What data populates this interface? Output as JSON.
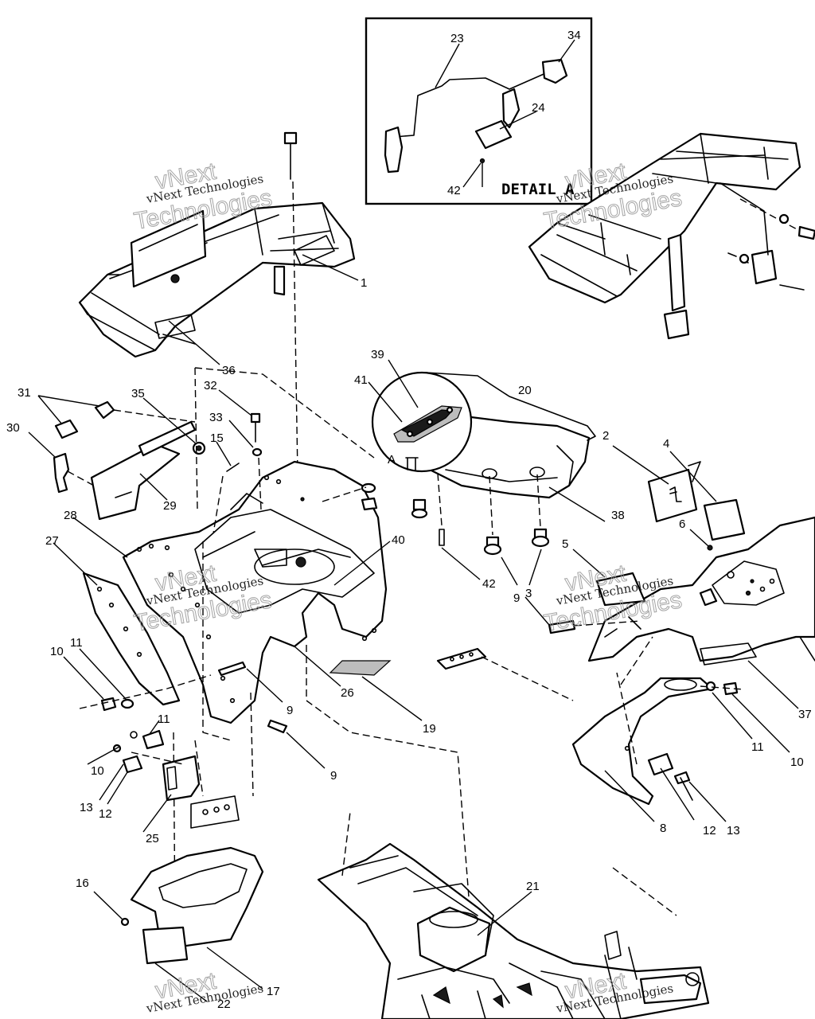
{
  "detail_label": "DETAIL A",
  "section_marker": "A",
  "watermark": {
    "line_small": "vNext Technologies",
    "line_big_1": "vNext",
    "line_big_2": "Technologies"
  },
  "callouts": [
    {
      "id": "c1",
      "text": "1"
    },
    {
      "id": "c2",
      "text": "2"
    },
    {
      "id": "c3",
      "text": "3"
    },
    {
      "id": "c4",
      "text": "4"
    },
    {
      "id": "c5",
      "text": "5"
    },
    {
      "id": "c6",
      "text": "6"
    },
    {
      "id": "c8",
      "text": "8"
    },
    {
      "id": "c9a",
      "text": "9"
    },
    {
      "id": "c9b",
      "text": "9"
    },
    {
      "id": "c9c",
      "text": "9"
    },
    {
      "id": "c10a",
      "text": "10"
    },
    {
      "id": "c10b",
      "text": "10"
    },
    {
      "id": "c10c",
      "text": "10"
    },
    {
      "id": "c11a",
      "text": "11"
    },
    {
      "id": "c11b",
      "text": "11"
    },
    {
      "id": "c11c",
      "text": "11"
    },
    {
      "id": "c12a",
      "text": "12"
    },
    {
      "id": "c12b",
      "text": "12"
    },
    {
      "id": "c13a",
      "text": "13"
    },
    {
      "id": "c13b",
      "text": "13"
    },
    {
      "id": "c15",
      "text": "15"
    },
    {
      "id": "c16",
      "text": "16"
    },
    {
      "id": "c17",
      "text": "17"
    },
    {
      "id": "c19",
      "text": "19"
    },
    {
      "id": "c20",
      "text": "20"
    },
    {
      "id": "c21",
      "text": "21"
    },
    {
      "id": "c22",
      "text": "22"
    },
    {
      "id": "c23",
      "text": "23"
    },
    {
      "id": "c24",
      "text": "24"
    },
    {
      "id": "c25",
      "text": "25"
    },
    {
      "id": "c26",
      "text": "26"
    },
    {
      "id": "c27",
      "text": "27"
    },
    {
      "id": "c28",
      "text": "28"
    },
    {
      "id": "c29",
      "text": "29"
    },
    {
      "id": "c30",
      "text": "30"
    },
    {
      "id": "c31",
      "text": "31"
    },
    {
      "id": "c32",
      "text": "32"
    },
    {
      "id": "c33",
      "text": "33"
    },
    {
      "id": "c34",
      "text": "34"
    },
    {
      "id": "c35",
      "text": "35"
    },
    {
      "id": "c36",
      "text": "36"
    },
    {
      "id": "c37",
      "text": "37"
    },
    {
      "id": "c38",
      "text": "38"
    },
    {
      "id": "c39",
      "text": "39"
    },
    {
      "id": "c40",
      "text": "40"
    },
    {
      "id": "c41",
      "text": "41"
    },
    {
      "id": "c42a",
      "text": "42"
    },
    {
      "id": "c42b",
      "text": "42"
    }
  ]
}
